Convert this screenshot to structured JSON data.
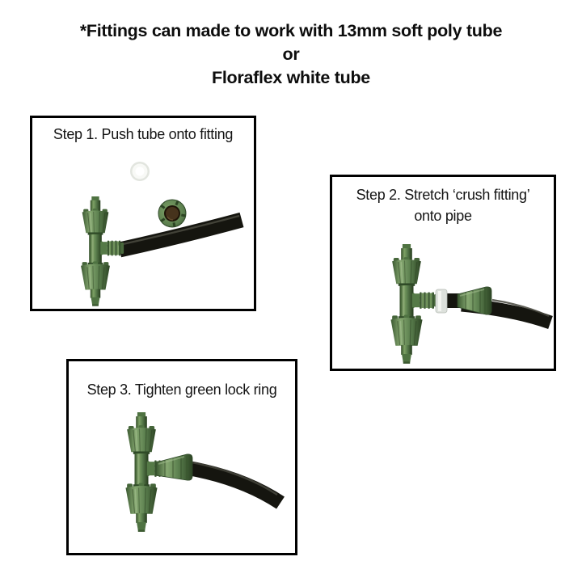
{
  "title": {
    "line1": "*Fittings can made to work with 13mm soft poly tube",
    "line2": "or",
    "line3": "Floraflex white tube"
  },
  "steps": [
    {
      "label": "Step 1. Push tube onto fitting",
      "label_lines": [
        "Step 1. Push tube onto fitting"
      ],
      "photo": "green tee fitting with black poly tube pushed on, loose green crush ring and white o-ring shown separately"
    },
    {
      "label": "Step 2. Stretch ‘crush fitting’ onto pipe",
      "label_lines": [
        "Step 2. Stretch ‘crush fitting’",
        "onto pipe"
      ],
      "photo": "green tee fitting with white ring on threaded outlet and green crush fitting stretched over black pipe"
    },
    {
      "label": "Step 3. Tighten green lock ring",
      "label_lines": [
        "Step 3. Tighten green lock ring"
      ],
      "photo": "green tee fitting with green lock ring tightened, black pipe attached"
    }
  ],
  "colors": {
    "background": "#ffffff",
    "text": "#111111",
    "panel_border": "#000000",
    "fitting_green": "#5b7f4e",
    "fitting_green_light": "#84a46e",
    "fitting_green_dark": "#2e4424",
    "tube_black": "#15150f",
    "oring_white": "#f8f9f6",
    "crush_ring_hole_brown": "#46331c",
    "metal_ring_silver": "#dde1dc"
  }
}
